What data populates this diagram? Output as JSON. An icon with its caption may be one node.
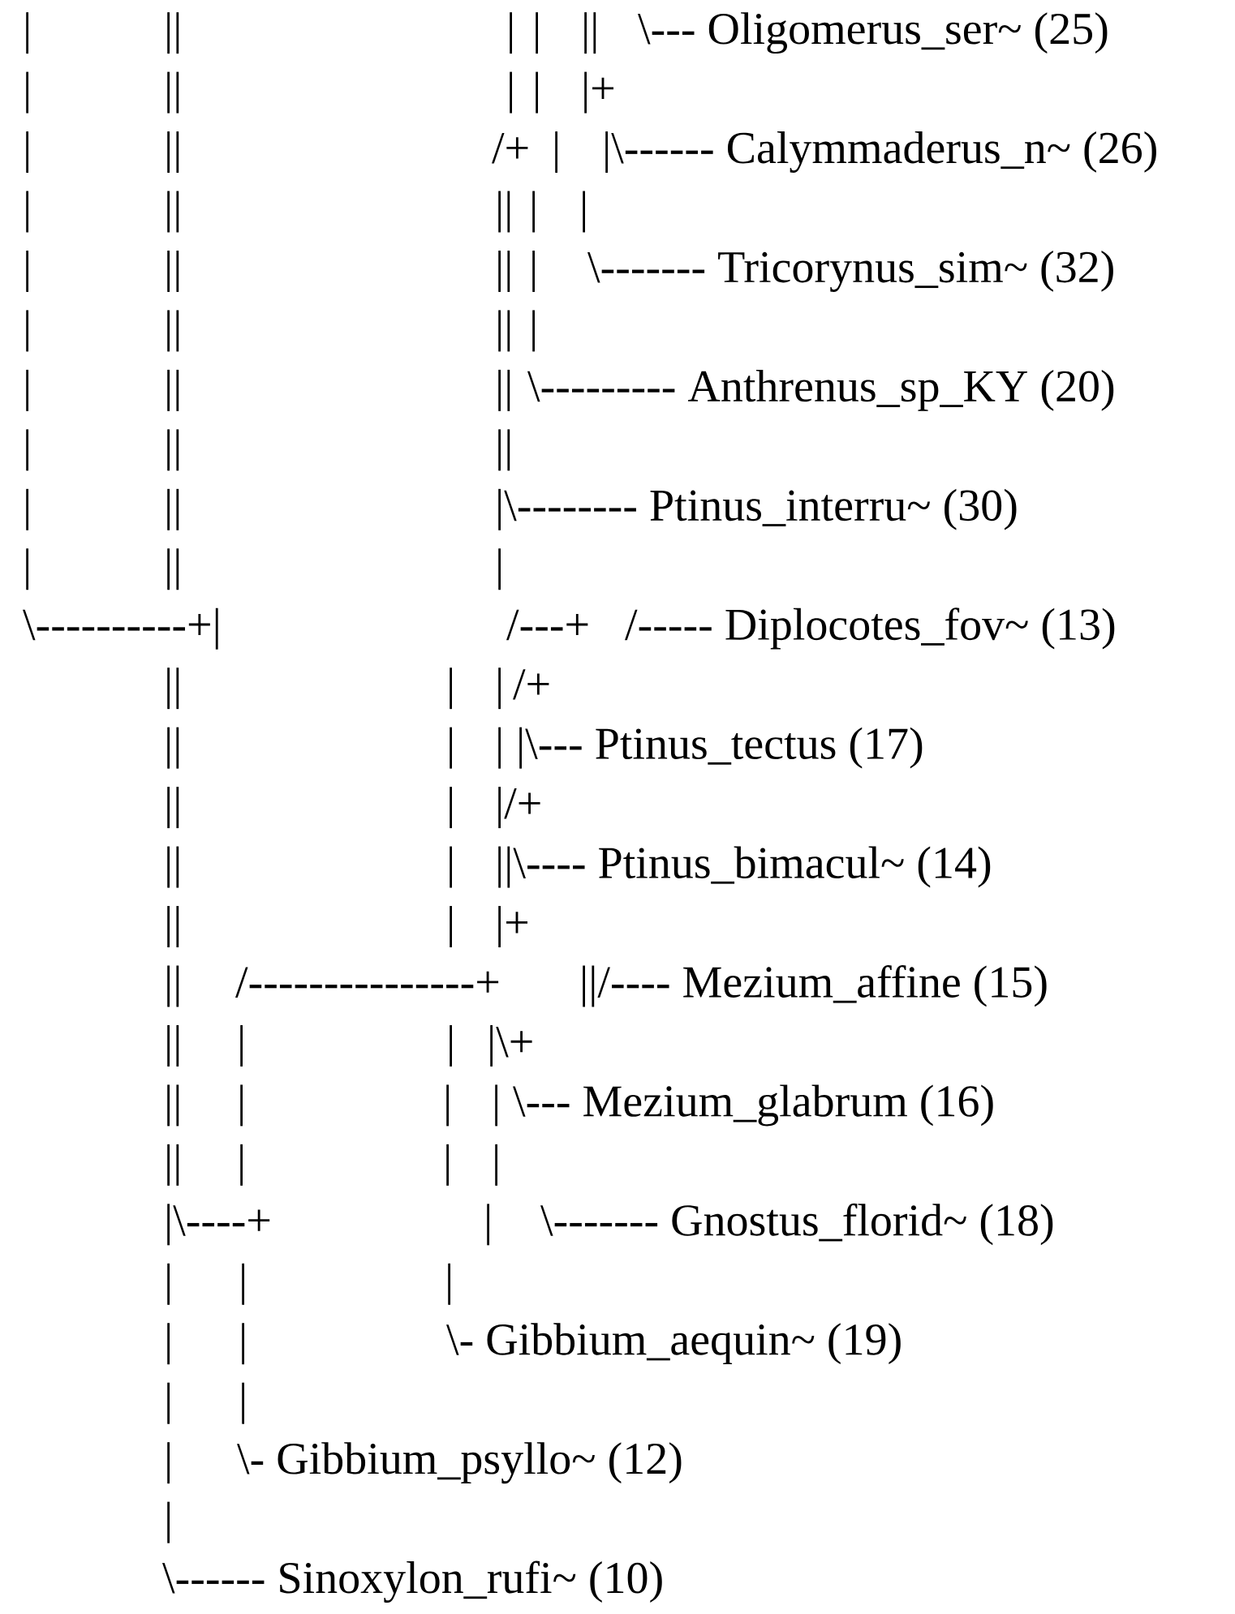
{
  "diagram": {
    "labels": [
      "|",
      "||",
      "|",
      "|",
      "||",
      "\\--- Oligomerus_ser~ (25)",
      "|",
      "||",
      "|",
      "|",
      "|+",
      "|",
      "||",
      "/+",
      "|",
      "|\\------ Calymmaderus_n~ (26)",
      "|",
      "||",
      "||",
      "|",
      "|",
      "|",
      "||",
      "||",
      "|",
      "\\------- Tricorynus_sim~ (32)",
      "|",
      "||",
      "||",
      "|",
      "|",
      "||",
      "||",
      "\\--------- Anthrenus_sp_KY (20)",
      "|",
      "||",
      "||",
      "|",
      "||",
      "|\\-------- Ptinus_interru~ (30)",
      "|",
      "||",
      "|",
      "\\----------+|",
      "/---+",
      "/----- Diplocotes_fov~ (13)",
      "||",
      "|",
      "|",
      "/+",
      "||",
      "|",
      "|",
      "|\\--- Ptinus_tectus (17)",
      "||",
      "|",
      "|/+",
      "||",
      "|",
      "||\\---- Ptinus_bimacul~ (14)",
      "||",
      "|",
      "|+",
      "||",
      "/---------------+",
      "||/---- Mezium_affine (15)",
      "||",
      "|",
      "|",
      "|\\+",
      "||",
      "|",
      "|",
      "|",
      "\\--- Mezium_glabrum (16)",
      "||",
      "|",
      "|",
      "|",
      "|\\----+",
      "|",
      "\\------- Gnostus_florid~ (18)",
      "|",
      "|",
      "|",
      "|",
      "|",
      "\\- Gibbium_aequin~ (19)",
      "|",
      "|",
      "|",
      "\\- Gibbium_psyllo~ (12)",
      "|",
      "\\------ Sinoxylon_rufi~ (10)"
    ]
  }
}
